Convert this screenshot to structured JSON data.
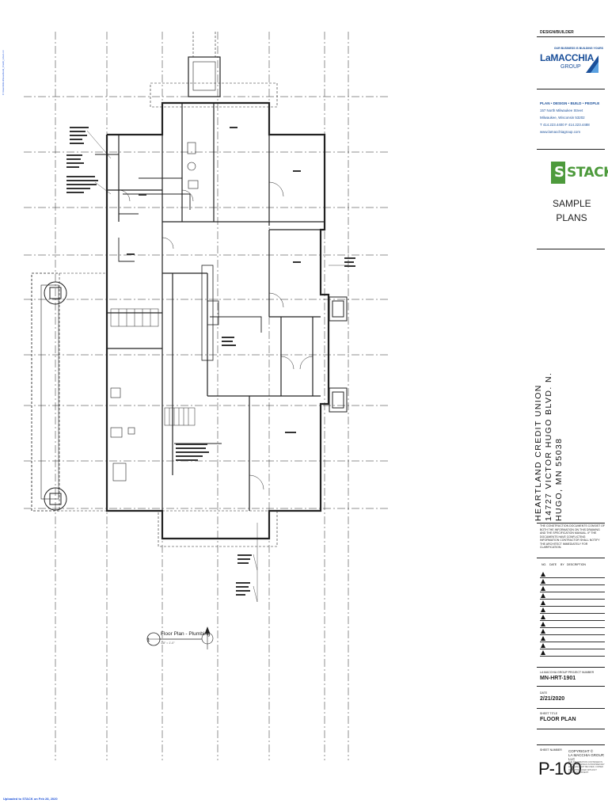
{
  "title_block": {
    "design_builder": "DESIGN/BUILDER",
    "slogan": "OUR BUSINESS IS BUILDING YOURS",
    "company_name": "LaMACCHIA",
    "company_sub": "GROUP",
    "tagline": "PLAN • DESIGN • BUILD • PEOPLE",
    "address_line1": "157 North Milwaukee Street",
    "address_line2": "Milwaukee, Wisconsin 53202",
    "phone_line": "T 414.223.4400   F 414.223.4488",
    "website": "www.lamacchiagroup.com",
    "stack_logo_text": "STACK",
    "sample_line1": "SAMPLE",
    "sample_line2": "PLANS",
    "project_line1": "HEARTLAND CREDIT UNION",
    "project_line2": "14727 VICTOR HUGO BLVD. N.",
    "project_line3": "HUGO, MN 55038",
    "disclaimer": "THE CONSTRUCTION DOCUMENTS CONSIST OF BOTH THE INFORMATION ON THIS DRAWING AND THE SPECIFICATION MANUAL. IF THE DOCUMENTS HAVE CONFLICTING INFORMATION CONTRACTOR SHALL NOTIFY THE ARCHITECT IMMEDIATELY FOR CLARIFICATION.",
    "rev_headers": [
      "NO.",
      "DATE",
      "BY",
      "DESCRIPTION"
    ],
    "rev_rows": 12,
    "project_number_label": "LA MACCHIA GROUP PROJECT NUMBER",
    "project_number": "MN-HRT-1901",
    "date_label": "DATE",
    "date": "2/21/2020",
    "sheet_title_label": "SHEET TITLE",
    "sheet_title": "FLOOR PLAN",
    "sheet_number_label": "SHEET NUMBER",
    "sheet_number": "P-100",
    "copyright_title": "COPYRIGHT ©",
    "copyright_owner": "LA MACCHIA GROUP, LLC",
    "copyright_fine": "THE INFORMATION CONTAINED IN THESE DRAWINGS IS PROPRIETARY AND SHALL NOT BE USED, COPIED OR REPRODUCED WITHOUT WRITTEN CONSENT."
  },
  "plan": {
    "view_number": "1",
    "view_title": "Floor Plan - Plumbing",
    "view_scale": "1/8\" = 1'-0\""
  },
  "footer": {
    "uploaded": "Uploaded to STACK on Feb 28, 2020",
    "side_note": "C:\\Users\\Revit\\Heartland_Credit_Union.rvt"
  },
  "colors": {
    "line": "#222222",
    "brand_blue": "#1a4f99",
    "stack_green": "#4d9a3c",
    "link_blue": "#1a4fd8"
  }
}
